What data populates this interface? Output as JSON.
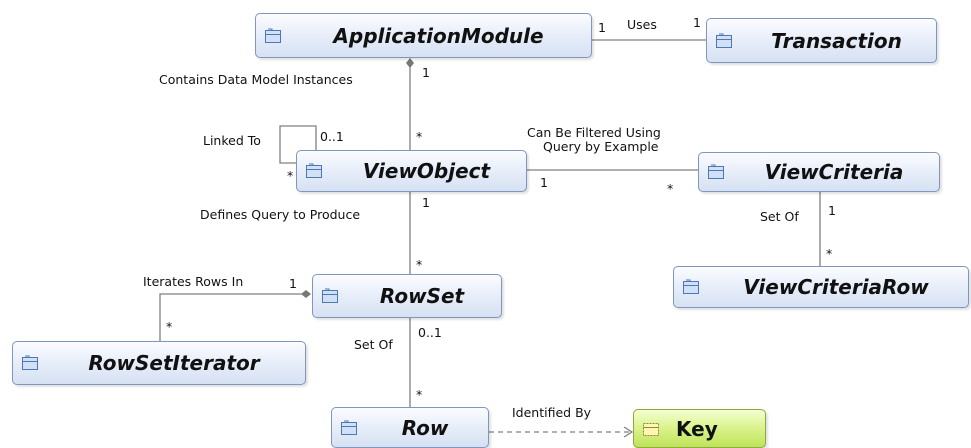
{
  "nodes": {
    "application_module": "ApplicationModule",
    "transaction": "Transaction",
    "view_object": "ViewObject",
    "view_criteria": "ViewCriteria",
    "view_criteria_row": "ViewCriteriaRow",
    "row_set": "RowSet",
    "row_set_iterator": "RowSetIterator",
    "row": "Row",
    "key": "Key"
  },
  "relationships": {
    "uses": {
      "label": "Uses",
      "source_mult": "1",
      "target_mult": "1"
    },
    "contains": {
      "label": "Contains Data Model Instances",
      "source_mult": "1",
      "target_mult": "*"
    },
    "linked_to": {
      "label": "Linked To",
      "source_mult": "0..1",
      "target_mult": "*"
    },
    "filtered": {
      "label_line1": "Can Be Filtered Using",
      "label_line2": "Query by Example",
      "source_mult": "1",
      "target_mult": "*"
    },
    "criteria_set_of": {
      "label": "Set Of",
      "source_mult": "1",
      "target_mult": "*"
    },
    "defines_query": {
      "label": "Defines Query to Produce",
      "source_mult": "1",
      "target_mult": "*"
    },
    "iterates": {
      "label": "Iterates Rows In",
      "source_mult": "1",
      "target_mult": "*"
    },
    "rowset_set_of": {
      "label": "Set Of",
      "source_mult": "0..1",
      "target_mult": "*"
    },
    "identified_by": {
      "label": "Identified By"
    }
  },
  "colors": {
    "node_border": "#7f96bd",
    "node_fill": "#e9effa",
    "key_fill": "#d9f28a",
    "edge": "#808080"
  }
}
